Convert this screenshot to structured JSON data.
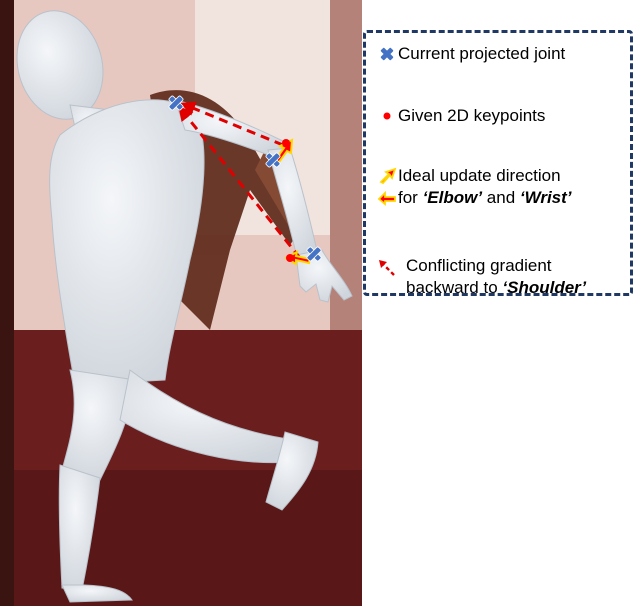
{
  "legend": {
    "current_joint": "Current projected joint",
    "given_keypoints": "Given 2D keypoints",
    "ideal_update_line1": "Ideal update direction",
    "ideal_update_line2_prefix": "for ",
    "ideal_update_elbow": "‘Elbow’",
    "ideal_update_and": " and ",
    "ideal_update_wrist": "‘Wrist’",
    "conflicting_line1": "Conflicting gradient",
    "conflicting_line2_prefix": "backward to ",
    "conflicting_shoulder": "‘Shoulder’"
  },
  "colors": {
    "joint_marker": "#4472c4",
    "keypoint": "#ff0000",
    "update_arrow_fill": "#ff0000",
    "update_arrow_outline": "#ffd700",
    "gradient_arrow": "#e00000",
    "legend_border": "#1f3864",
    "body_mesh": "#e6eaef",
    "floor": "#6b1e1e",
    "wall": "#e7c8c0"
  },
  "icons": {
    "joint": "x-cross-marker-icon",
    "keypoint": "red-dot-icon",
    "update": "yellow-outlined-red-arrow-icon",
    "gradient": "dashed-red-arrow-icon"
  }
}
